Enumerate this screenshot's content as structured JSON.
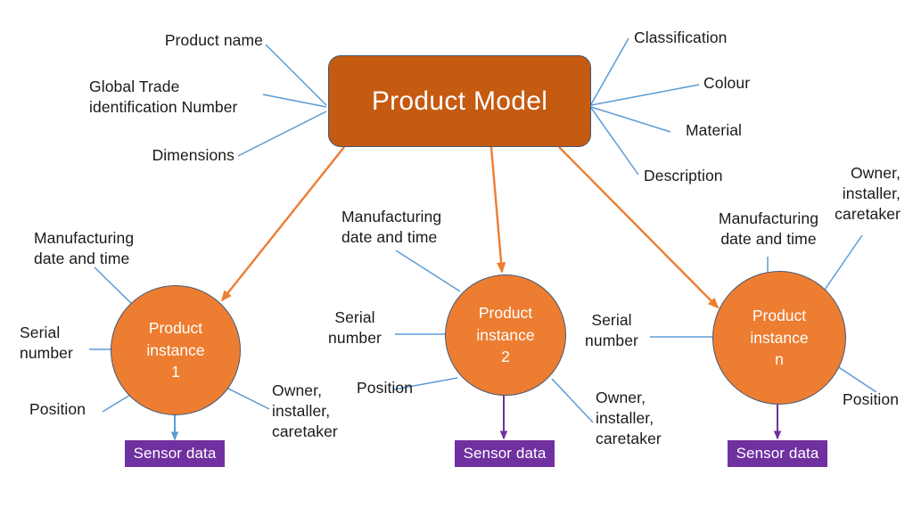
{
  "diagram": {
    "title": "Product Model and product instances",
    "colors": {
      "model_fill": "#C55A11",
      "instance_fill": "#ED7D31",
      "sensor_fill": "#7030A0",
      "attribute_line": "#5B9BD5",
      "instance_line": "#ED7D31",
      "node_border": "#41597A",
      "text": "#1a1a1a",
      "node_text": "#ffffff",
      "background": "#ffffff"
    },
    "model_node": {
      "label": "Product Model",
      "left_attributes": [
        {
          "text": "Product name"
        },
        {
          "text": "Global Trade\nidentification Number"
        },
        {
          "text": "Dimensions"
        }
      ],
      "right_attributes": [
        {
          "text": "Classification"
        },
        {
          "text": "Colour"
        },
        {
          "text": "Material"
        },
        {
          "text": "Description"
        }
      ]
    },
    "instances": [
      {
        "label": "Product\ninstance\n1",
        "sensor_label": "Sensor data",
        "sensor_arrow_color": "#5B9BD5",
        "attributes": [
          {
            "text": "Manufacturing\ndate and time"
          },
          {
            "text": "Serial\nnumber"
          },
          {
            "text": "Position"
          },
          {
            "text": "Owner,\ninstaller,\ncaretaker"
          }
        ]
      },
      {
        "label": "Product\ninstance\n2",
        "sensor_label": "Sensor data",
        "sensor_arrow_color": "#7030A0",
        "attributes": [
          {
            "text": "Manufacturing\ndate and time"
          },
          {
            "text": "Serial\nnumber"
          },
          {
            "text": "Position"
          },
          {
            "text": "Owner,\ninstaller,\ncaretaker"
          }
        ]
      },
      {
        "label": "Product\ninstance\nn",
        "sensor_label": "Sensor data",
        "sensor_arrow_color": "#7030A0",
        "attributes": [
          {
            "text": "Manufacturing\ndate and time"
          },
          {
            "text": "Serial\nnumber"
          },
          {
            "text": "Owner,\ninstaller,\ncaretaker"
          },
          {
            "text": "Position"
          }
        ]
      }
    ]
  }
}
